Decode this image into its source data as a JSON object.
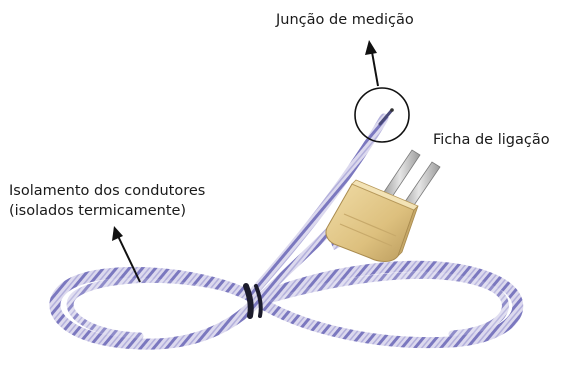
{
  "labels": {
    "measurement_junction": "Junção de medição",
    "connection_plug": "Ficha de ligação",
    "conductor_insulation_line1": "Isolamento dos condutores",
    "conductor_insulation_line2": "(isolados termicamente)"
  },
  "colors": {
    "cable_base": "#d9d6ec",
    "cable_stripe": "#6f6fb6",
    "cable_stripe_light": "#a9a6d8",
    "plug_body": "#e2c88a",
    "plug_shadow": "#b8995a",
    "pin_metal": "#b9b9b9",
    "annotation": "#111111"
  },
  "icons": {
    "junction_marker": "circle-outline",
    "arrows": "arrow-pointer"
  }
}
